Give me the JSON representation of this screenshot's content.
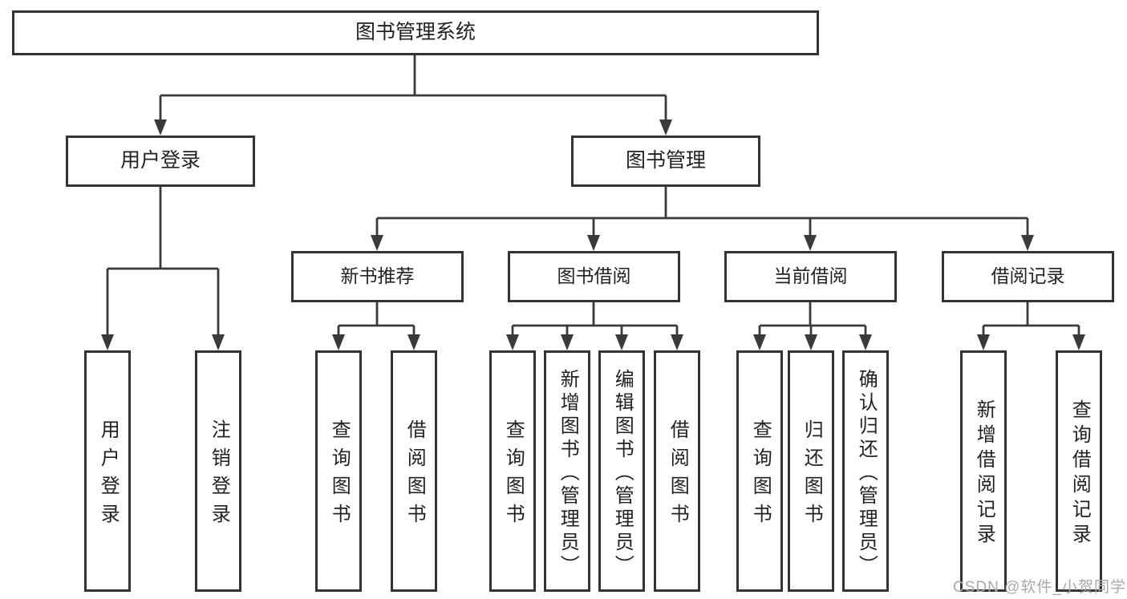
{
  "title": {
    "label": "图书管理系统"
  },
  "level2": [
    {
      "label": "用户登录"
    },
    {
      "label": "图书管理"
    }
  ],
  "level3": [
    {
      "label": "新书推荐"
    },
    {
      "label": "图书借阅"
    },
    {
      "label": "当前借阅"
    },
    {
      "label": "借阅记录"
    }
  ],
  "leaves": [
    {
      "label": "用户登录"
    },
    {
      "label": "注销登录"
    },
    {
      "label": "查询图书"
    },
    {
      "label": "借阅图书"
    },
    {
      "label": "查询图书"
    },
    {
      "label": "新增图书（管理员）"
    },
    {
      "label": "编辑图书（管理员）"
    },
    {
      "label": "借阅图书"
    },
    {
      "label": "查询图书"
    },
    {
      "label": "归还图书"
    },
    {
      "label": "确认归还（管理员）"
    },
    {
      "label": "新增借阅记录"
    },
    {
      "label": "查询借阅记录"
    }
  ],
  "watermark": {
    "text": "CSDN @软件_小贺同学"
  },
  "colors": {
    "line": "#3a3a3a",
    "border": "#333333",
    "text": "#222222",
    "watermark": "#a9a9a9",
    "background": "#ffffff"
  }
}
